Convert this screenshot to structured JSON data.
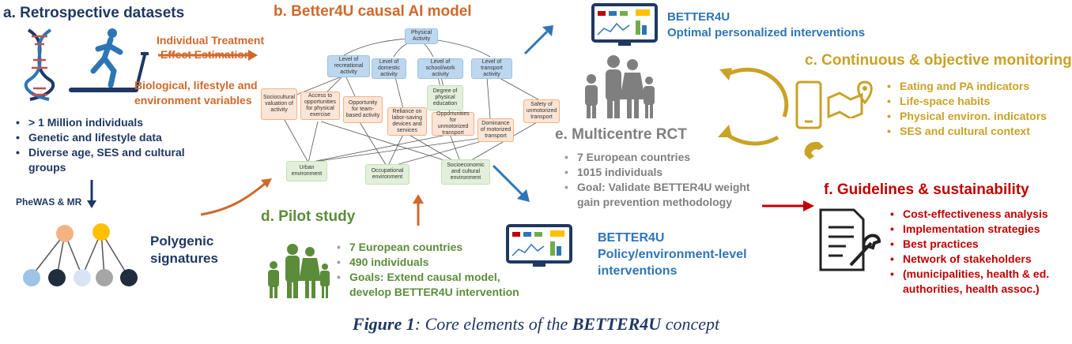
{
  "panel_a": {
    "heading": "a. Retrospective datasets",
    "arrow_label_1": "Individual Treatment",
    "arrow_label_2": "Effect Estimation",
    "variables_1": "Biological, lifestyle and",
    "variables_2": "environment variables",
    "bullets": [
      "> 1 Million individuals",
      "Genetic and lifestyle data",
      "Diverse age, SES and cultural",
      "groups"
    ],
    "method": "PheWAS & MR",
    "polygenic_1": "Polygenic",
    "polygenic_2": "signatures"
  },
  "panel_b": {
    "heading": "b. Better4U causal AI model",
    "nodes": {
      "physical_activity": "Physical Activity",
      "recreational": "Level of recreational activity",
      "domestic": "Level of domestic activity",
      "school_work": "Level of school/work activity",
      "transport": "Level of transport activity",
      "sociocultural": "Sociocultural valuation of activity",
      "access": "Access to opportunities for physical exercise",
      "team_based": "Opportunity for team-based activity",
      "reliance": "Reliance on labor-saving devices and services",
      "physical_education": "Degree of physical education",
      "unmotorized_opps": "Opportunities for unmotorized transport",
      "motorized": "Dominance of motorized transport",
      "safety": "Safety of unmotorized transport",
      "urban": "Urban environment",
      "occupational": "Occupational environment",
      "socioeconomic": "Socioeconomic and cultural environment"
    }
  },
  "top_right": {
    "title": "BETTER4U",
    "subtitle": "Optimal personalized interventions"
  },
  "panel_c": {
    "heading": "c. Continuous & objective monitoring",
    "bullets": [
      "Eating and PA indicators",
      "Life-space habits",
      "Physical environ. indicators",
      "SES and cultural context"
    ]
  },
  "panel_d": {
    "heading": "d. Pilot study",
    "bullets": [
      "7 European countries",
      "490 individuals",
      "Goals: Extend causal model,",
      "develop BETTER4U intervention"
    ]
  },
  "panel_e": {
    "heading": "e. Multicentre RCT",
    "bullets": [
      "7 European countries",
      "1015 individuals",
      "Goal: Validate BETTER4U weight",
      "gain prevention methodology"
    ]
  },
  "policy": {
    "title": "BETTER4U",
    "line1": "Policy/environment-level",
    "line2": "interventions"
  },
  "panel_f": {
    "heading": "f. Guidelines & sustainability",
    "bullets": [
      "Cost-effectiveness analysis",
      "Implementation strategies",
      "Best practices",
      "Network of stakeholders",
      "(municipalities, health & ed.",
      "authorities, health assoc.)"
    ]
  },
  "caption": {
    "prefix": "Figure 1",
    "middle": ": Core elements of the ",
    "brand": "BETTER4U",
    "suffix": " concept"
  },
  "colors": {
    "navy": "#1f3864",
    "orange": "#d0682a",
    "blue": "#2e75b6",
    "gold": "#c9a227",
    "green": "#5b8c3a",
    "gray": "#7f7f7f",
    "red": "#c00000"
  }
}
